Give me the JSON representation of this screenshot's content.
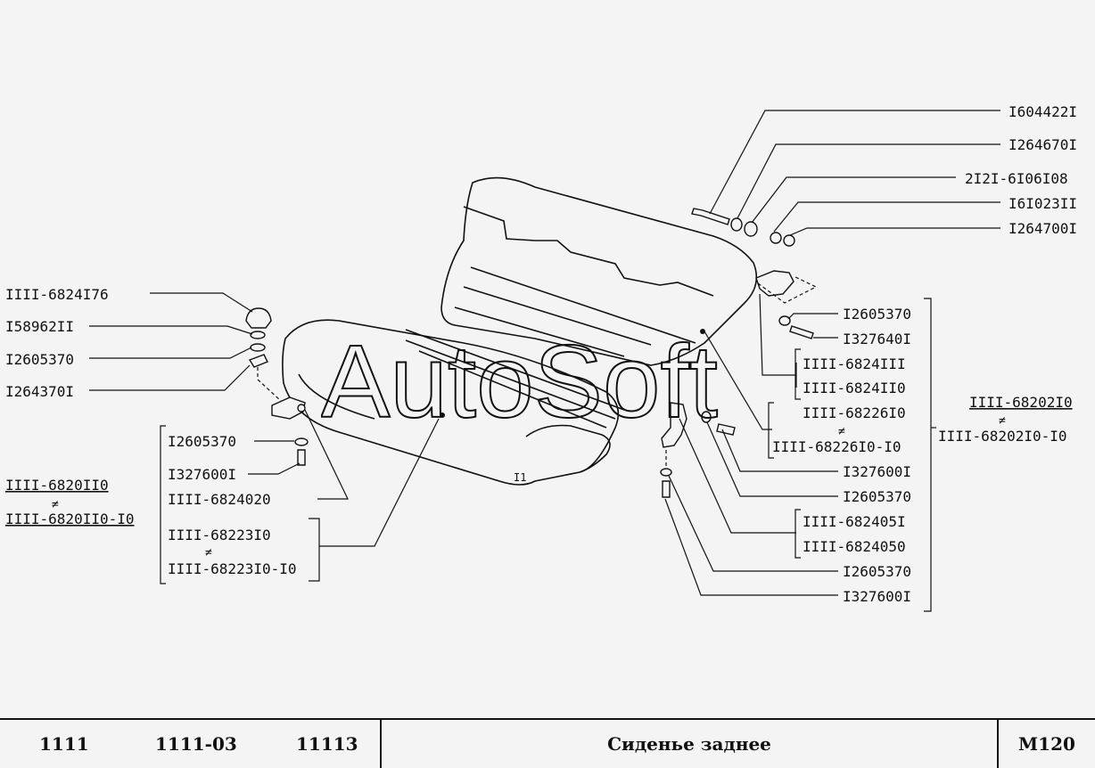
{
  "parts_left": [
    "IIII-6824I76",
    "I58962II",
    "I2605370",
    "I264370I"
  ],
  "parts_left_mid": [
    "I2605370",
    "I327600I",
    "IIII-6824020",
    "IIII-68223I0",
    "IIII-68223I0-I0"
  ],
  "assembly_left": {
    "main": "IIII-6820II0",
    "alt": "IIII-6820II0-I0",
    "separator": "≠"
  },
  "parts_top_right": [
    "I604422I",
    "I264670I",
    "2I2I-6I06I08",
    "I6I023II",
    "I264700I"
  ],
  "parts_right": [
    "I2605370",
    "I327640I",
    "IIII-6824III",
    "IIII-6824II0",
    "IIII-68226I0",
    "IIII-68226I0-I0",
    "I327600I",
    "I2605370",
    "IIII-682405I",
    "IIII-6824050",
    "I2605370",
    "I327600I"
  ],
  "assembly_right": {
    "main": "IIII-68202I0",
    "alt": "IIII-68202I0-I0",
    "separator": "≠"
  },
  "separator_mark": "≠",
  "callout_mark": "I1",
  "watermark": "AutoSoft",
  "footer": {
    "models": [
      "1111",
      "1111-03",
      "11113"
    ],
    "title": "Сиденье заднее",
    "code": "M120"
  }
}
